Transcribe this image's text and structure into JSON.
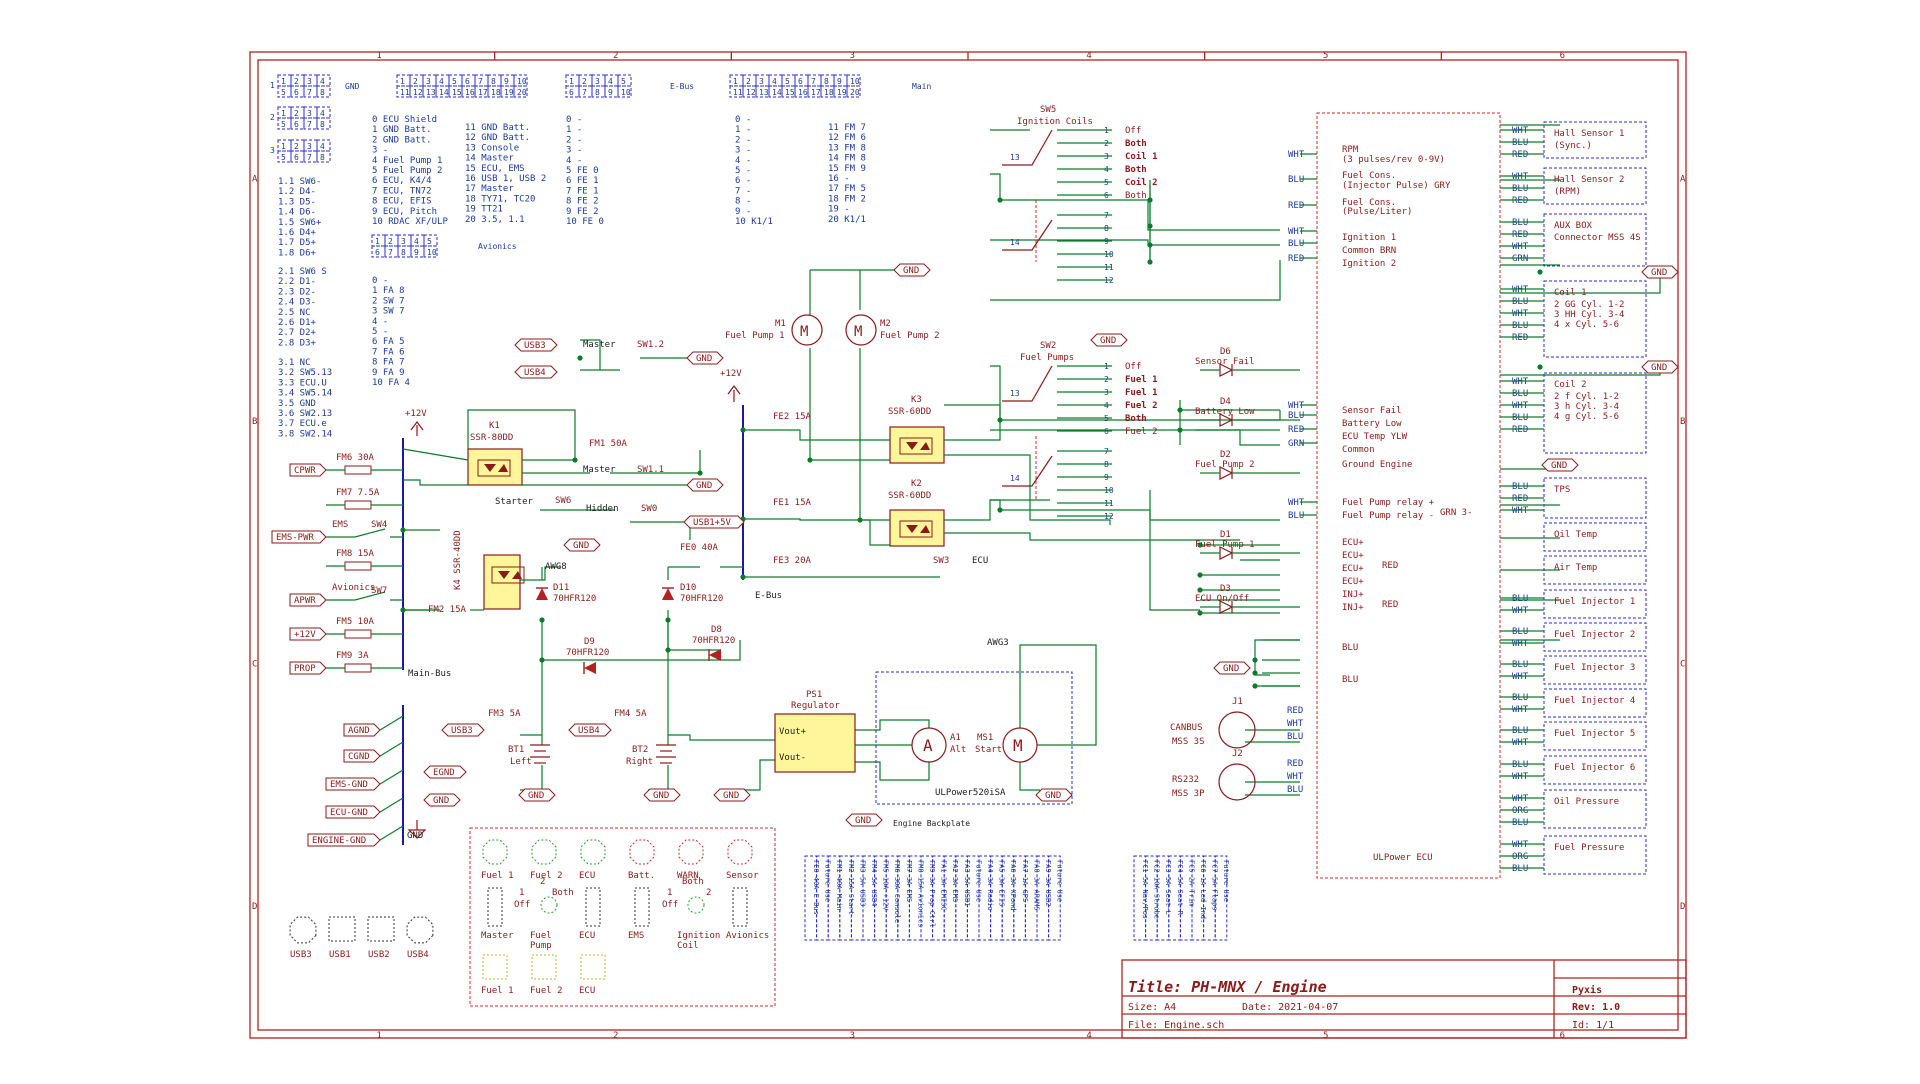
{
  "title_block": {
    "title": "Title: PH-MNX / Engine",
    "size": "Size: A4",
    "date": "Date: 2021-04-07",
    "file": "File: Engine.sch",
    "company": "Pyxis",
    "rev": "Rev: 1.0",
    "id": "Id: 1/1"
  },
  "ruler": {
    "columns": [
      "1",
      "2",
      "3",
      "4",
      "5",
      "6"
    ],
    "rows": [
      "A",
      "B",
      "C",
      "D"
    ]
  },
  "connector_tables": {
    "gnd_label": "GND",
    "ebus_label": "E-Bus",
    "main_label": "Main",
    "avionics_label": "Avionics",
    "gnd_list": [
      "0 ECU Shield",
      "1 GND Batt.",
      "2 GND Batt.",
      "3 -",
      "4 Fuel Pump 1",
      "5 Fuel Pump 2",
      "6 ECU, K4/4",
      "7 ECU, TN72",
      "8 ECU, EFIS",
      "9 ECU, Pitch",
      "10 RDAC XF/ULP"
    ],
    "gnd_list2": [
      "11 GND Batt.",
      "12 GND Batt.",
      "13 Console",
      "14 Master",
      "15 ECU, EMS",
      "16 USB 1, USB 2",
      "17 Master",
      "18 TY71, TC20",
      "19 TT21",
      "20 3.5, 1.1"
    ],
    "ebus_list": [
      "0 -",
      "1 -",
      "2 -",
      "3 -",
      "4 -",
      "5 FE 0",
      "6 FE 1",
      "7 FE 1",
      "8 FE 2",
      "9 FE 2",
      "10 FE 0"
    ],
    "main_list": [
      "0 -",
      "1 -",
      "2 -",
      "3 -",
      "4 -",
      "5 -",
      "6 -",
      "7 -",
      "8 -",
      "9 -",
      "10 K1/1"
    ],
    "main_list2": [
      "11 FM 7",
      "12 FM 6",
      "13 FM 8",
      "14 FM 8",
      "15 FM 9",
      "16 -",
      "17 FM 5",
      "18 FM 2",
      "19 -",
      "20 K1/1"
    ],
    "avionics_list": [
      "0 -",
      "1 FA 8",
      "2 SW 7",
      "3 SW 7",
      "4 -",
      "5 -",
      "6 FA 5",
      "7 FA 6",
      "8 FA 7",
      "9 FA 9",
      "10 FA 4"
    ],
    "sw_list1": [
      "1.1 SW6-",
      "1.2 D4-",
      "1.3 D5-",
      "1.4 D6-",
      "1.5 SW6+",
      "1.6 D4+",
      "1.7 D5+",
      "1.8 D6+"
    ],
    "sw_list2": [
      "2.1 SW6 S",
      "2.2 D1-",
      "2.3 D2-",
      "2.4 D3-",
      "2.5 NC",
      "2.6 D1+",
      "2.7 D2+",
      "2.8 D3+"
    ],
    "sw_list3": [
      "3.1 NC",
      "3.2 SW5.13",
      "3.3 ECU.U",
      "3.4 SW5.14",
      "3.5 GND",
      "3.6 SW2.13",
      "3.7 ECU.e",
      "3.8 SW2.14"
    ]
  },
  "power": {
    "plus12": "+12V",
    "main_bus": "Main-Bus",
    "ebus": "E-Bus",
    "gnd": "GND",
    "k1": {
      "ref": "K1",
      "value": "SSR-80DD"
    },
    "k2": {
      "ref": "K2",
      "value": "SSR-60DD"
    },
    "k3": {
      "ref": "K3",
      "value": "SSR-60DD"
    },
    "k4": {
      "ref": "K4",
      "value": "SSR-40DD"
    },
    "starter": "Starter",
    "fuses_left": [
      {
        "net": "CPWR",
        "ref": "FM6",
        "val": "30A"
      },
      {
        "net": "",
        "ref": "FM7",
        "val": "7.5A"
      },
      {
        "net": "EMS-PWR",
        "ref": "EMS",
        "val": ""
      },
      {
        "net": "",
        "ref": "FM8",
        "val": "15A"
      },
      {
        "net": "APWR",
        "ref": "Avionics",
        "val": ""
      },
      {
        "net": "+12V",
        "ref": "FM5",
        "val": "10A"
      },
      {
        "net": "PROP",
        "ref": "FM9",
        "val": "3A"
      }
    ],
    "fuse_fm1": "FM1  50A",
    "fuse_fm2": "FM2  15A",
    "fuse_fe0": "FE0  40A",
    "fuse_fe1": "FE1  15A",
    "fuse_fe2": "FE2  15A",
    "fuse_fe3": "FE3  20A",
    "fuse_fm3": "FM3  5A",
    "fuse_fm4": "FM4  5A",
    "sw4": "SW4",
    "sw7": "SW7",
    "sw6": "SW6",
    "sw0": "SW0",
    "sw1_1": "SW1.1",
    "sw1_2": "SW1.2",
    "sw3": "SW3",
    "master": "Master",
    "hidden": "Hidden",
    "ecu": "ECU",
    "usb1": "USB1+5V",
    "usb3": "USB3",
    "usb4": "USB4",
    "awg8": "AWG8",
    "awg3": "AWG3",
    "diodes": [
      "D11\n70HFR120",
      "D10\n70HFR120",
      "D9\n70HFR120",
      "D8\n70HFR120"
    ],
    "d11": "D11",
    "d10": "D10",
    "d9": "D9",
    "d8": "D8",
    "diode_val": "70HFR120",
    "bt1": "BT1",
    "bt1_name": "Left",
    "bt2": "BT2",
    "bt2_name": "Right",
    "gnd_nets": [
      "AGND",
      "CGND",
      "EMS-GND",
      "ECU-GND",
      "ENGINE-GND"
    ],
    "egnd": "EGND",
    "ps1": "PS1",
    "regulator": "Regulator",
    "a1": "A1",
    "alt": "Alt",
    "ms1": "MS1",
    "start": "Start",
    "ulpower": "ULPower520iSA",
    "backplate": "Engine Backplate",
    "vout_plus": "Vout+",
    "vout_minus": "Vout-"
  },
  "fuel": {
    "m1": "M1",
    "m1_name": "Fuel Pump 1",
    "m2": "M2",
    "m2_name": "Fuel Pump 2",
    "sw5": "SW5",
    "sw5_name": "Ignition Coils",
    "sw2": "SW2",
    "sw2_name": "Fuel Pumps",
    "sw5_pos": [
      "Off",
      "Both",
      "Coil 1",
      "Both",
      "Coil 2",
      "Both"
    ],
    "sw2_pos": [
      "Off",
      "Fuel 1",
      "Fuel 1",
      "Fuel 2",
      "Both",
      "Fuel 2"
    ],
    "leds": [
      {
        "ref": "D6",
        "name": "Sensor Fail"
      },
      {
        "ref": "D4",
        "name": "Battery Low"
      },
      {
        "ref": "D2",
        "name": "Fuel Pump 2"
      },
      {
        "ref": "D1",
        "name": "Fuel Pump 1"
      },
      {
        "ref": "D3",
        "name": "ECU On/Off"
      }
    ]
  },
  "ecu": {
    "name": "ULPower ECU",
    "signals": [
      "RPM",
      "(3 pulses/rev 0-9V)",
      "Fuel Cons.",
      "(Injector Pulse)  GRY",
      "Fuel Cons.",
      "(Pulse/Liter)",
      "Ignition 1",
      "Common    BRN",
      "Ignition 2",
      "Sensor Fail",
      "Battery Low",
      "ECU Temp     YLW",
      "Common",
      "Ground Engine",
      "Fuel Pump relay +",
      "Fuel Pump relay -",
      "ECU+",
      "ECU+",
      "ECU+",
      "ECU+",
      "INJ+",
      "INJ+",
      "BLU",
      "BLU"
    ],
    "wire_colors": [
      "WHT",
      "BLU",
      "RED",
      "WHT",
      "BLU",
      "RED",
      "WHT",
      "BLU",
      "RED",
      "GRN",
      "WHT",
      "BLU"
    ],
    "red": "RED",
    "gnd": "GND",
    "j1": "J1",
    "j1_name": "CANBUS",
    "j1_type": "MSS 3S",
    "j2": "J2",
    "j2_name": "RS232",
    "j2_type": "MSS 3P",
    "grn3": "GRN 3-"
  },
  "sensors": [
    {
      "name": "Hall Sensor 1",
      "sub": "(Sync.)",
      "wires": [
        "WHT",
        "BLU",
        "RED"
      ]
    },
    {
      "name": "Hall Sensor 2",
      "sub": "(RPM)",
      "wires": [
        "WHT",
        "BLU",
        "RED"
      ]
    },
    {
      "name": "AUX BOX",
      "sub": "Connector MSS 4S",
      "wires": [
        "BLU",
        "RED",
        "WHT",
        "GRN"
      ]
    },
    {
      "name": "Coil 1",
      "sub": "2 GG  Cyl. 1-2 / 3 HH  Cyl. 3-4 / 4 x   Cyl. 5-6",
      "wires": [
        "WHT",
        "BLU",
        "WHT",
        "BLU",
        "RED"
      ]
    },
    {
      "name": "Coil 2",
      "sub": "2 f   Cyl. 1-2 / 3 h   Cyl. 3-4 / 4 g   Cyl. 5-6",
      "wires": [
        "WHT",
        "BLU",
        "WHT",
        "BLU",
        "RED"
      ]
    },
    {
      "name": "TPS",
      "sub": "",
      "wires": [
        "BLU",
        "RED",
        "WHT"
      ]
    },
    {
      "name": "Oil Temp",
      "sub": "",
      "wires": []
    },
    {
      "name": "Air Temp",
      "sub": "",
      "wires": []
    },
    {
      "name": "Fuel Injector 1",
      "sub": "",
      "wires": [
        "BLU",
        "WHT"
      ]
    },
    {
      "name": "Fuel Injector 2",
      "sub": "",
      "wires": [
        "BLU",
        "WHT"
      ]
    },
    {
      "name": "Fuel Injector 3",
      "sub": "",
      "wires": [
        "BLU",
        "WHT"
      ]
    },
    {
      "name": "Fuel Injector 4",
      "sub": "",
      "wires": [
        "BLU",
        "WHT"
      ]
    },
    {
      "name": "Fuel Injector 5",
      "sub": "",
      "wires": [
        "BLU",
        "WHT"
      ]
    },
    {
      "name": "Fuel Injector 6",
      "sub": "",
      "wires": [
        "BLU",
        "WHT"
      ]
    },
    {
      "name": "Oil Pressure",
      "sub": "",
      "wires": [
        "WHT",
        "ORG",
        "BLU"
      ]
    },
    {
      "name": "Fuel Pressure",
      "sub": "",
      "wires": [
        "WHT",
        "ORG",
        "BLU"
      ]
    }
  ],
  "panel": {
    "leds": [
      "Fuel 1",
      "Fuel 2",
      "ECU",
      "Batt.",
      "WARN",
      "Sensor"
    ],
    "switches": [
      "Master",
      "Fuel\nPump",
      "ECU",
      "EMS",
      "Ignition\nCoil",
      "Avionics"
    ],
    "fuel_pump_pos": [
      "Off",
      "1",
      "2",
      "Both"
    ],
    "ign_pos": [
      "Off",
      "1",
      "2",
      "Both"
    ],
    "lower": [
      "Fuel 1",
      "Fuel 2",
      "ECU"
    ],
    "usb": [
      "USB3",
      "USB1",
      "USB2",
      "USB4"
    ]
  },
  "fuse_table_main": [
    "FE0 40A E-Bus",
    "Future Use",
    "FM1 40A Main",
    "FM2 15A Start",
    "FM3 5A USB3",
    "FM4 5A USB4",
    "FM5 10A +12V",
    "FM6 30A Console",
    "FM7 3A EMS",
    "FM8 15A Avionics",
    "FM9 3A Prop Ctrl",
    "FA1 3A EMISC",
    "FA2 3A EMS",
    "FA3 5A USB1",
    "Future Use",
    "FA4 3A Radio",
    "FA5 3A EFIS",
    "FA6 3A XPond",
    "FA7 1A GPS",
    "FA8 3A ARAMS",
    "FA9 3A USB2",
    "Future Use"
  ],
  "fuse_table_aux": [
    "FC1 5A Nav/Pos",
    "FC2 10A Strobe",
    "FC3 5A Seat-L",
    "FC4 5A Seat-R",
    "FC5 2A Trim",
    "FC6 1A Led Ind.",
    "FC7 5A Flaps",
    "Future Use"
  ]
}
